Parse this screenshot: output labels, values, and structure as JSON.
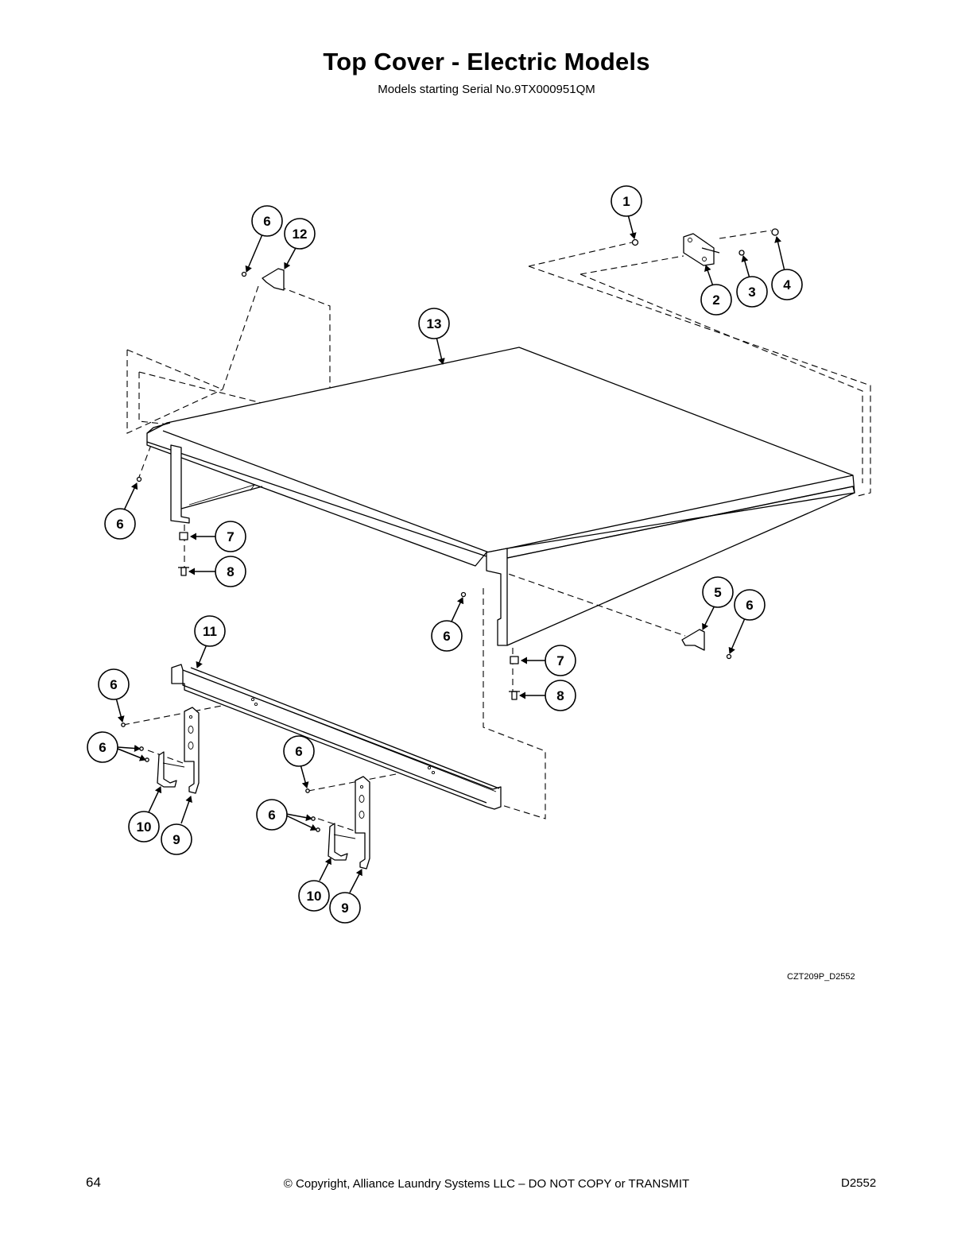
{
  "header": {
    "title": "Top Cover - Electric Models",
    "subtitle": "Models starting Serial No.9TX000951QM"
  },
  "diagram": {
    "drawing_id": "CZT209P_D2552",
    "callouts": [
      {
        "label": "1"
      },
      {
        "label": "2"
      },
      {
        "label": "3"
      },
      {
        "label": "4"
      },
      {
        "label": "6"
      },
      {
        "label": "12"
      },
      {
        "label": "13"
      },
      {
        "label": "6"
      },
      {
        "label": "7"
      },
      {
        "label": "8"
      },
      {
        "label": "6"
      },
      {
        "label": "5"
      },
      {
        "label": "6"
      },
      {
        "label": "7"
      },
      {
        "label": "8"
      },
      {
        "label": "11"
      },
      {
        "label": "6"
      },
      {
        "label": "6"
      },
      {
        "label": "10"
      },
      {
        "label": "9"
      },
      {
        "label": "6"
      },
      {
        "label": "6"
      },
      {
        "label": "10"
      },
      {
        "label": "9"
      }
    ]
  },
  "footer": {
    "page_number": "64",
    "copyright": "© Copyright, Alliance Laundry Systems LLC – DO NOT COPY or TRANSMIT",
    "doc_id": "D2552"
  }
}
